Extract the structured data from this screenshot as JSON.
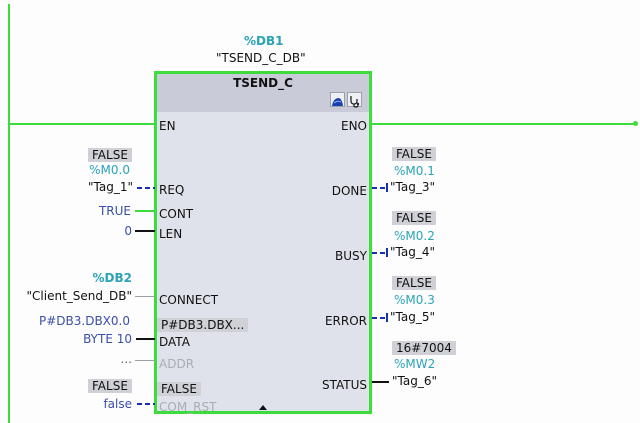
{
  "instance": {
    "address": "%DB1",
    "name": "\"TSEND_C_DB\""
  },
  "block": {
    "title": "TSEND_C",
    "icons": [
      "cloud-connection-icon",
      "diagnostics-stethoscope-icon"
    ]
  },
  "colors": {
    "powerflow": "#3ddc3d",
    "address": "#2aa3b8",
    "constant": "#3a4fa8",
    "block_body": "#dfe2ea",
    "block_header": "#c9ccd8",
    "value_box": "#cfd1d6"
  },
  "inputs": [
    {
      "pin": "EN",
      "connection": "powerflow"
    },
    {
      "pin": "REQ",
      "value": "FALSE",
      "address": "%M0.0",
      "operand": "\"Tag_1\"",
      "connection": "dashed"
    },
    {
      "pin": "CONT",
      "operand": "TRUE",
      "connection": "powerflow"
    },
    {
      "pin": "LEN",
      "operand": "0",
      "connection": "solid"
    },
    {
      "pin": "CONNECT",
      "address": "%DB2",
      "operand": "\"Client_Send_DB\"",
      "connection": "thin"
    },
    {
      "pin": "DATA",
      "inner_value": "P#DB3.DBX...",
      "operand_line1": "P#DB3.DBX0.0",
      "operand_line2": "BYTE 10",
      "connection": "solid"
    },
    {
      "pin": "ADDR",
      "operand": "...",
      "connection": "thin"
    },
    {
      "pin": "COM_RST",
      "value": "FALSE",
      "inner_value": "FALSE",
      "operand": "false",
      "connection": "dashed"
    }
  ],
  "outputs": [
    {
      "pin": "ENO",
      "connection": "powerflow"
    },
    {
      "pin": "DONE",
      "value": "FALSE",
      "address": "%M0.1",
      "operand": "\"Tag_3\""
    },
    {
      "pin": "BUSY",
      "value": "FALSE",
      "address": "%M0.2",
      "operand": "\"Tag_4\""
    },
    {
      "pin": "ERROR",
      "value": "FALSE",
      "address": "%M0.3",
      "operand": "\"Tag_5\""
    },
    {
      "pin": "STATUS",
      "value": "16#7004",
      "address": "%MW2",
      "operand": "\"Tag_6\""
    }
  ]
}
